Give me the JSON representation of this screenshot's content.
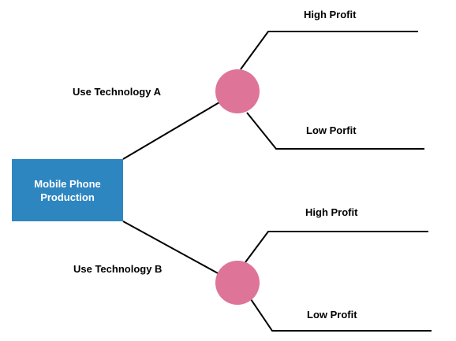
{
  "colors": {
    "root_fill": "#2e86c1",
    "chance_node_fill": "#de7497",
    "line": "#000000",
    "text_dark": "#000000",
    "text_light": "#ffffff"
  },
  "root": {
    "line1": "Mobile Phone",
    "line2": "Production"
  },
  "branches": [
    {
      "label": "Use Technology A",
      "outcomes": [
        {
          "label": "High Profit"
        },
        {
          "label": "Low Porfit"
        }
      ]
    },
    {
      "label": "Use Technology B",
      "outcomes": [
        {
          "label": "High Profit"
        },
        {
          "label": "Low Profit"
        }
      ]
    }
  ]
}
